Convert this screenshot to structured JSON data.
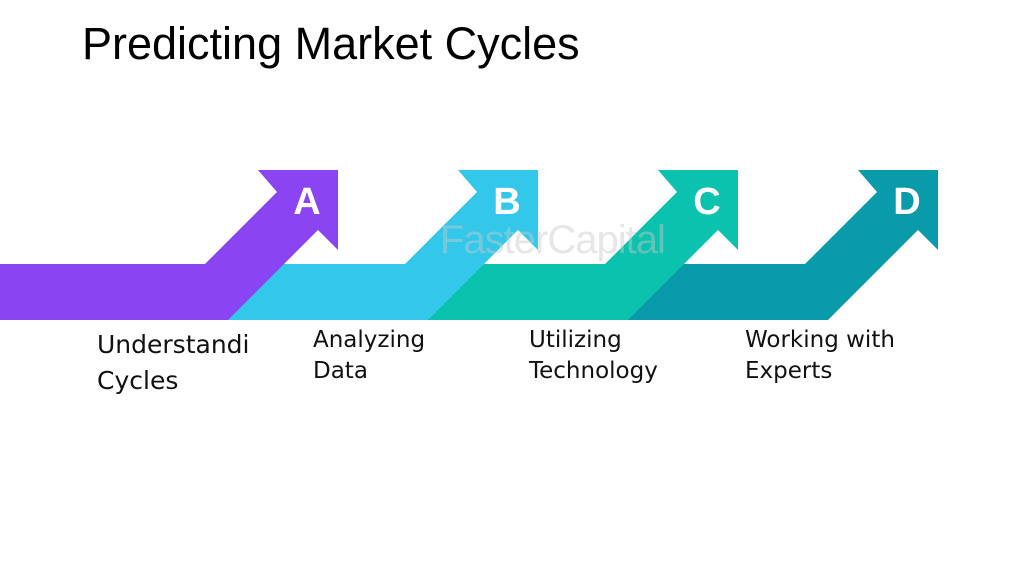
{
  "title": "Predicting Market Cycles",
  "watermark": "FasterCapital",
  "steps": [
    {
      "letter": "A",
      "line1": "Understandi",
      "line2": "Cycles",
      "color": "#8A44F2"
    },
    {
      "letter": "B",
      "line1": "Analyzing",
      "line2": "Data",
      "color": "#33C8EA"
    },
    {
      "letter": "C",
      "line1": "Utilizing",
      "line2": "Technology",
      "color": "#0BC2AE"
    },
    {
      "letter": "D",
      "line1": "Working with",
      "line2": "Experts",
      "color": "#0A9BAA"
    }
  ]
}
